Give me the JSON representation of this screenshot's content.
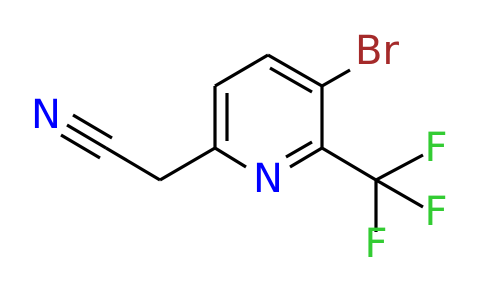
{
  "molecule": {
    "atoms": {
      "br": "Br",
      "n_ring": "N",
      "n_nitrile": "N",
      "f1": "F",
      "f2": "F",
      "f3": "F"
    },
    "colors": {
      "bond": "#000000",
      "bromine": "#a52a2a",
      "nitrogen": "#0000ff",
      "fluorine": "#33cc33"
    }
  }
}
